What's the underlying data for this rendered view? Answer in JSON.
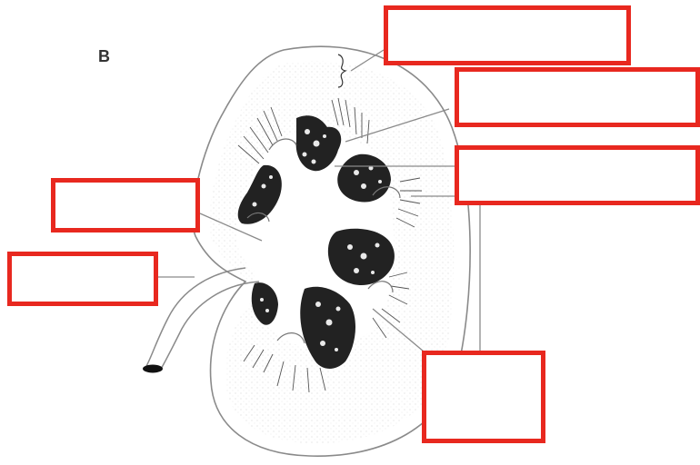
{
  "figure": {
    "panel_letter": "B",
    "colors": {
      "outline": "#8a8a8a",
      "ink": "#222222",
      "label_box_border": "#e8281f",
      "background": "#ffffff"
    },
    "label_boxes": [
      {
        "id": "box-top",
        "text": ""
      },
      {
        "id": "box-right-upper",
        "text": ""
      },
      {
        "id": "box-right-middle",
        "text": ""
      },
      {
        "id": "box-left-upper",
        "text": ""
      },
      {
        "id": "box-left-lower",
        "text": ""
      },
      {
        "id": "box-bottom-right",
        "text": ""
      }
    ]
  }
}
